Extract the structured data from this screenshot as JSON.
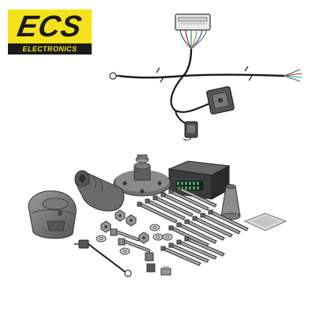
{
  "logo": {
    "letters": "ECS",
    "subtitle": "ELECTRONICS",
    "colors": {
      "brand_yellow": "#f4e21a",
      "brand_black": "#1a1a1a"
    }
  },
  "product": {
    "kit_items": [
      "wiring-harness",
      "socket-cover",
      "rubber-grommet",
      "socket-mounting-plate",
      "control-module",
      "rubber-seal",
      "adhesive-pad",
      "cable-ties",
      "bolts",
      "nuts",
      "washers",
      "connectors",
      "ground-lead"
    ]
  }
}
